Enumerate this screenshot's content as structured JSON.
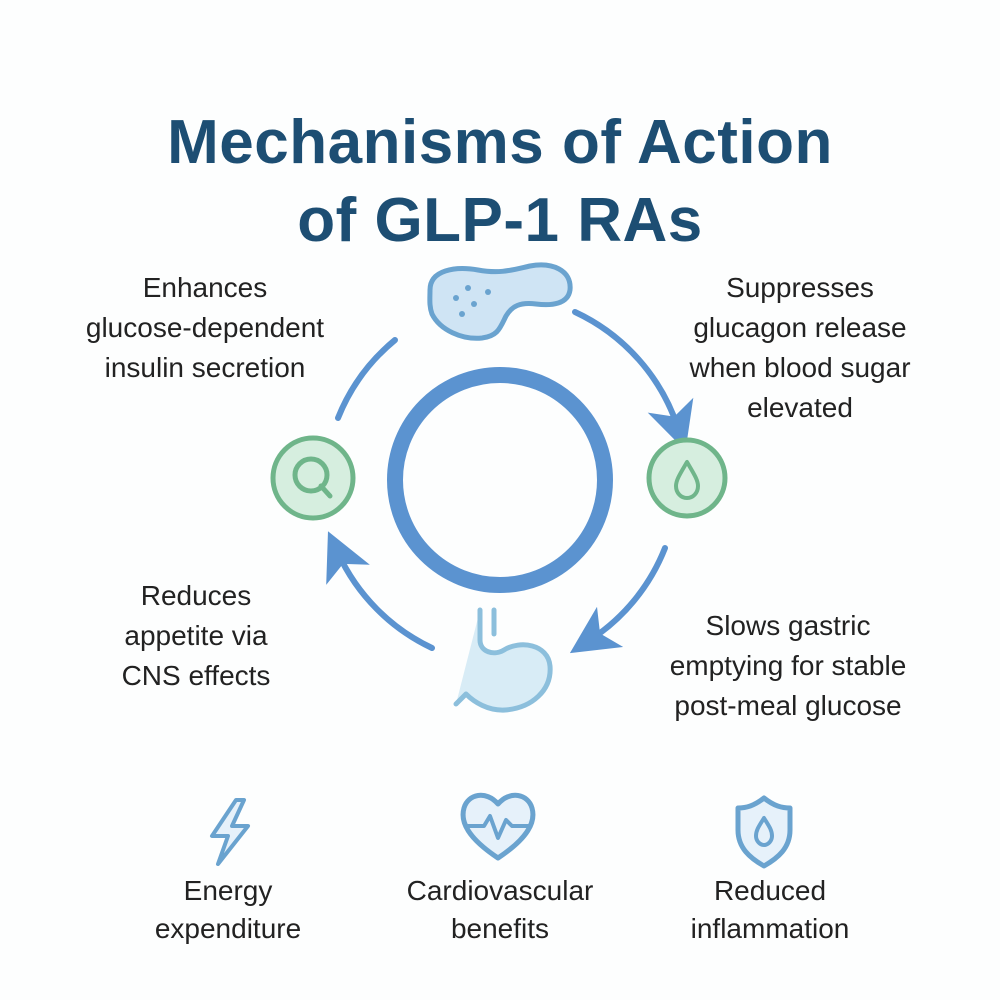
{
  "title": {
    "line1": "Mechanisms of Action",
    "line2": "of GLP-1 RAs"
  },
  "mechanisms": [
    {
      "line1": "Enhances",
      "line2": "glucose-dependent",
      "line3": "insulin secretion",
      "icon": "pancreas-icon"
    },
    {
      "line1": "Suppresses",
      "line2": "glucagon release",
      "line3": "when blood sugar",
      "line4": "elevated",
      "icon": "droplet-icon"
    },
    {
      "line1": "Slows gastric",
      "line2": "emptying for stable",
      "line3": "post-meal glucose",
      "icon": "stomach-icon"
    },
    {
      "line1": "Reduces",
      "line2": "appetite via",
      "line3": "CNS effects",
      "icon": "brain-icon"
    }
  ],
  "benefits": [
    {
      "line1": "Energy",
      "line2": "expenditure",
      "icon": "lightning-icon"
    },
    {
      "line1": "Cardiovascular",
      "line2": "benefits",
      "icon": "heart-pulse-icon"
    },
    {
      "line1": "Reduced",
      "line2": "inflammation",
      "icon": "shield-droplet-icon"
    }
  ],
  "colors": {
    "title": "#1d4e73",
    "ring": "#5b93d0",
    "arrow": "#5b93d0",
    "green": "#6fb58a",
    "green_fill": "#d6eedf",
    "blue_icon": "#6aa3cf",
    "blue_fill": "#cfe4f4"
  }
}
